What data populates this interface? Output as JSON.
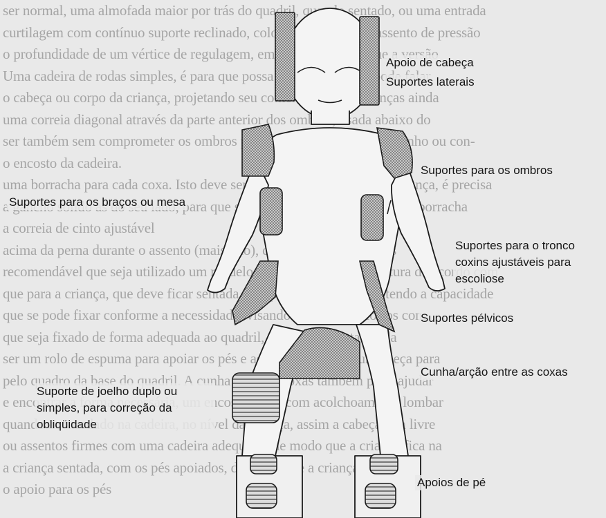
{
  "background_text": [
    "ser normal, uma almofada maior por trás do quadril, quando sentado, ou uma entrada",
    "curtilagem com contínuo suporte reclinado, colocado no nível do assento de pressão",
    "o profundidade de um vértice de regulagem, em 95°, e 110°, porque a versão",
    "Uma cadeira de rodas simples, é para que possa ser utilizada não pode falar",
    "o cabeça ou corpo da criança, projetando seu contorno com as crianças ainda",
    "uma correia diagonal através da parte anterior dos ombros, usada abaixo do",
    "ser também sem comprometer os ombros para movimentos com o carrinho ou con-",
    "o encosto da cadeira.",
    "uma borracha para cada coxa. Isto deve ser feito através de cintas da criança, é precisa",
    "a gancho sólido as do seu lado, para que se torne assentando os cubos de borracha",
    "a correia de cinto ajustável",
    "acima da perna durante o assento (mais alto), de modo que as quadris",
    "recomendável que seja utilizado um modelo que permita ajustar a altura de acordo com",
    "que para a criança, que deve ficar sentada e na postura correta, mantendo a capacidade",
    "que se pode fixar conforme a necessidade, visando ser estes apoios os com",
    "que seja fixado de forma adequada ao quadril, reduzindo a rotação da",
    "ser um rolo de espuma para apoiar os pés e as pernas, fazendo uma peça para",
    "pelo quadro da base do quadril. A cunha entre as coxas também pode ajudar",
    "e encontrar a forma necessária, um encosto firme com acolchoamento lombar",
    "quando acomodado na cadeira, no nível da criança, assim a cabeça fica livre",
    "ou assentos firmes com uma cadeira adequada, de modo que a criança fica na",
    "a criança sentada, com os pés apoiados, de modo que a criança fica bem",
    "o apoio para os pés"
  ],
  "labels": {
    "apoio_cabeca": "Apoio de cabeça",
    "suportes_laterais": "Suportes laterais",
    "suportes_ombros": "Suportes para os ombros",
    "suportes_bracos": "Suportes para os braços ou mesa",
    "suportes_tronco": "Suportes para o tronco coxins ajustáveis para escoliose",
    "suportes_pelvicos": "Suportes pélvicos",
    "cunha": "Cunha/arção entre as coxas",
    "suporte_joelho": "Suporte de joelho duplo ou simples, para correção da obliqüidade",
    "apoios_pe": "Apoios de pé"
  },
  "colors": {
    "paper": "#e9e9e9",
    "ink": "#1b1b1b",
    "body_fill": "#f4f4f4",
    "pad_fill": "#bdbdbd"
  }
}
